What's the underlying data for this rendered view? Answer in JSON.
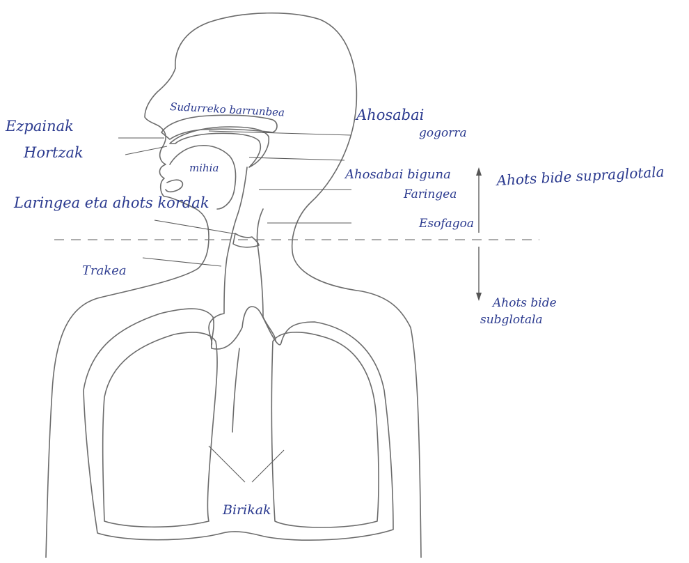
{
  "labels": {
    "ezpainak": "Ezpainak",
    "hortzak": "Hortzak",
    "sudurreko_barrunbea": "Sudurreko barrunbea",
    "mihia": "mihia",
    "laringea": "Laringea eta ahots kordak",
    "trakea": "Trakea",
    "ahosabai_gogorra_1": "Ahosabai",
    "ahosabai_gogorra_2": "gogorra",
    "ahosabai_biguna": "Ahosabai biguna",
    "faringea": "Faringea",
    "esofagoa": "Esofagoa",
    "supraglotala": "Ahots bide supraglotala",
    "subglotala_1": "Ahots bide",
    "subglotala_2": "subglotala",
    "birikak": "Birikak"
  },
  "colors": {
    "ink": "#2b3a8f",
    "outline": "#6b6b6b"
  }
}
